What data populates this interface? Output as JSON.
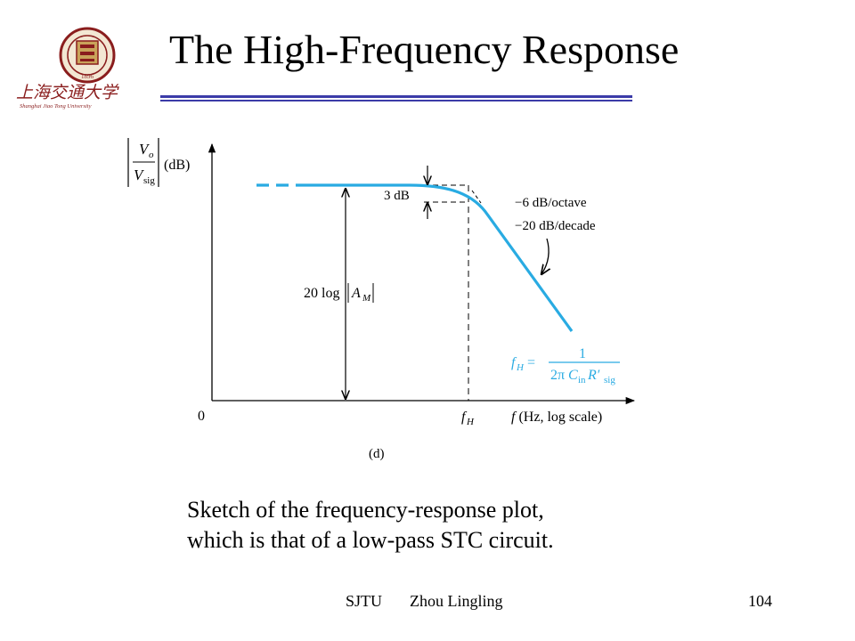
{
  "slide": {
    "title": "The High-Frequency Response",
    "caption_line1": "Sketch of the frequency-response plot,",
    "caption_line2": "which is that of a low-pass STC circuit."
  },
  "logo": {
    "chinese_text": "上海交通大学",
    "roman_text": "Shanghai Jiao Tong University",
    "year_text": "1896"
  },
  "figure": {
    "y_label_num_V": "V",
    "y_label_num_sub": "o",
    "y_label_den_V": "V",
    "y_label_den_sub": "sig",
    "y_label_unit": "(dB)",
    "three_db": "3 dB",
    "slope_1": "−6 dB/octave",
    "slope_2": "−20 dB/decade",
    "gain_label_prefix": "20 log ",
    "gain_label_A": "A",
    "gain_label_sub": "M",
    "origin": "0",
    "fh_f": "f",
    "fh_sub": "H",
    "x_axis_label_f": "f",
    "x_axis_label_rest": " (Hz, log scale)",
    "formula_f": "f",
    "formula_sub": "H",
    "formula_eq": " = ",
    "formula_num": "1",
    "formula_den_prefix": "2π",
    "formula_den_C": "C",
    "formula_den_C_sub": "in",
    "formula_den_R": "R′",
    "formula_den_R_sub": "sig",
    "panel_label": "(d)"
  },
  "colors": {
    "curve": "#29abe2",
    "rule": "#3b3ba8",
    "formula": "#29abe2"
  },
  "footer": {
    "org": "SJTU",
    "author": "Zhou Lingling",
    "page": "104"
  }
}
